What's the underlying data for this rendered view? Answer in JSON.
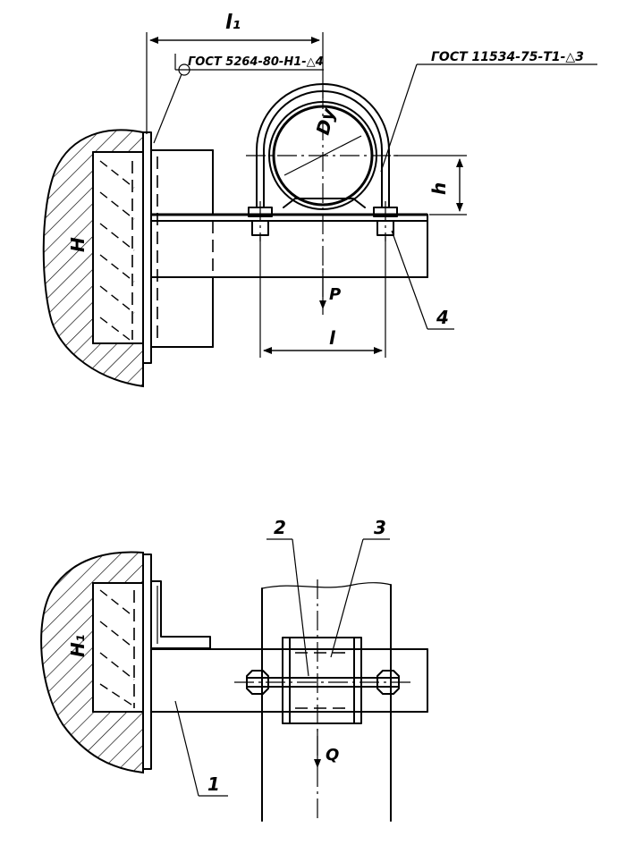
{
  "top_view": {
    "dim_l1": "l₁",
    "gost_weld": "ГОСТ 5264-80-Н1-△4",
    "gost_clamp": "ГОСТ 11534-75-Т1-△3",
    "dim_dy": "Dу",
    "dim_h": "h",
    "dim_H": "H",
    "load_p": "P",
    "dim_l": "l",
    "callout_4": "4"
  },
  "bottom_view": {
    "dim_H1": "H₁",
    "callout_1": "1",
    "callout_2": "2",
    "callout_3": "3",
    "load_q": "Q"
  }
}
